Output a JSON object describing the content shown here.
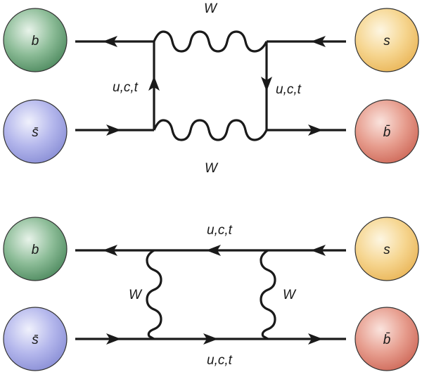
{
  "colors": {
    "b_quark": "#5e9c6e",
    "sbar_quark": "#9a9ede",
    "s_quark": "#f1c66a",
    "bbar_quark": "#d9786a"
  },
  "diagrams": [
    {
      "particles": {
        "top_left": "b",
        "bottom_left": "s̄",
        "top_right": "s",
        "bottom_right": "b̄"
      },
      "labels": {
        "w_top": "W",
        "w_bottom": "W",
        "quark_left": "u,c,t",
        "quark_right": "u,c,t"
      }
    },
    {
      "particles": {
        "top_left": "b",
        "bottom_left": "s̄",
        "top_right": "s",
        "bottom_right": "b̄"
      },
      "labels": {
        "quark_top": "u,c,t",
        "quark_bottom": "u,c,t",
        "w_left": "W",
        "w_right": "W"
      }
    }
  ]
}
